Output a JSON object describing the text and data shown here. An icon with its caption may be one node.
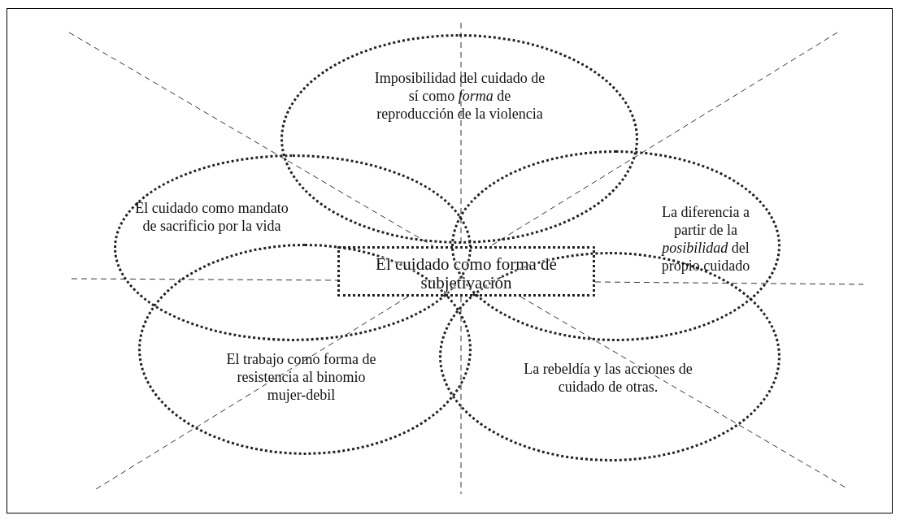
{
  "diagram": {
    "nodes": [
      {
        "text": [
          "Imposibilidad del cuidado de sí como *forma* de reproducción de la violencia"
        ]
      },
      {
        "text": [
          "El cuidado como mandato de sacrificio por la vida"
        ]
      },
      {
        "text": [
          "La diferencia a partir de la *posibilidad* del propio cuidado"
        ]
      },
      {
        "text": [
          "El cuidado como forma de subjetivación"
        ]
      },
      {
        "text": [
          "El trabajo como forma de resistencia al binomio mujer-debil"
        ]
      },
      {
        "text": [
          "La rebeldía y las acciones de cuidado de otras."
        ]
      }
    ]
  }
}
